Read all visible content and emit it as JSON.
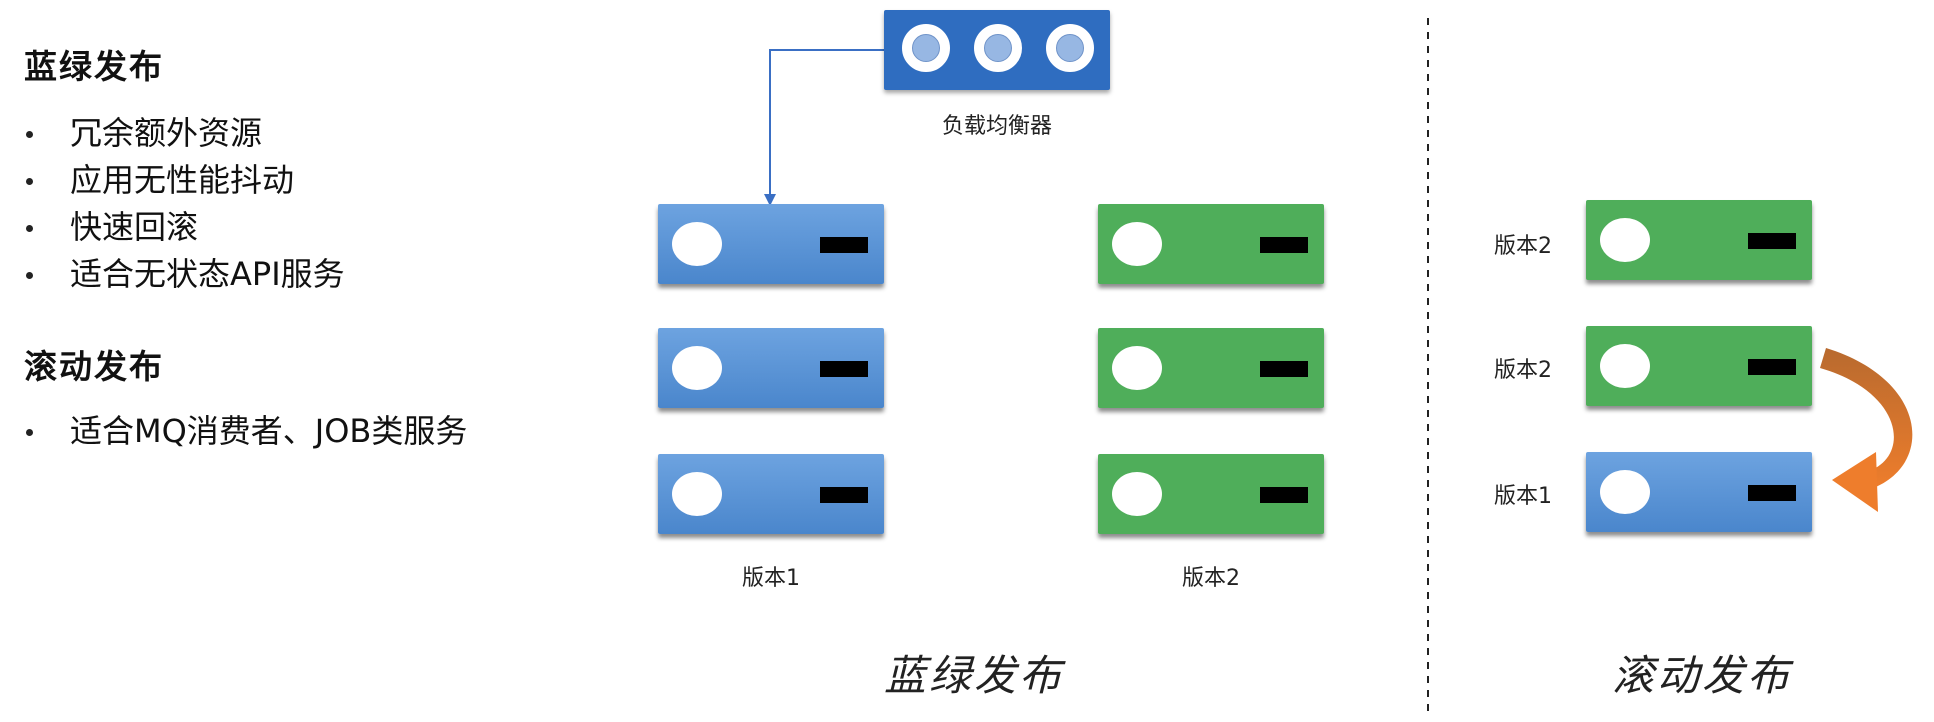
{
  "left_panel": {
    "blue_green_heading": "蓝绿发布",
    "blue_green_points": [
      "冗余额外资源",
      "应用无性能抖动",
      "快速回滚",
      "适合无状态API服务"
    ],
    "rolling_heading": "滚动发布",
    "rolling_points": [
      "适合MQ消费者、JOB类服务"
    ]
  },
  "blue_green_diagram": {
    "load_balancer_label": "负载均衡器",
    "version_blue_label": "版本1",
    "version_green_label": "版本2",
    "caption": "蓝绿发布"
  },
  "rolling_diagram": {
    "row_labels": [
      "版本2",
      "版本2",
      "版本1"
    ],
    "caption": "滚动发布"
  },
  "colors": {
    "server_blue": "#5b95d6",
    "server_green": "#4fae5a",
    "load_balancer": "#2f6dc0",
    "arrow_orange": "#e67e33",
    "connector": "#3a6fc4"
  }
}
